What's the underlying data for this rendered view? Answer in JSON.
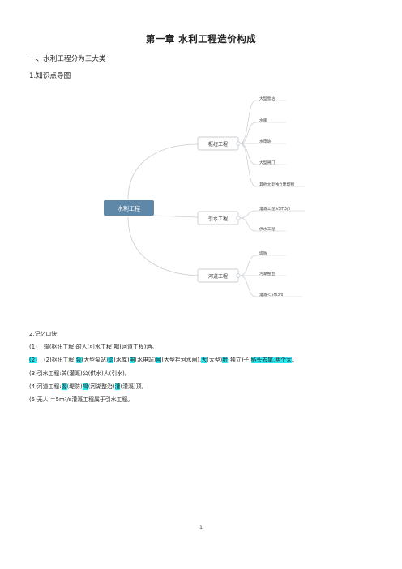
{
  "page": {
    "title": "第一章  水利工程造价构成",
    "section1": "一、水利工程分为三大类",
    "sub1": "1.知识点导图",
    "sub2": "2.记忆口诀:",
    "page_number": "1"
  },
  "mindmap": {
    "root": "水利工程",
    "branches": [
      {
        "label": "枢纽工程",
        "leaves": [
          "大型泵站",
          "水库",
          "水电站",
          "大型闸门",
          "其他大型独立建筑物"
        ]
      },
      {
        "label": "引水工程",
        "leaves": [
          "灌溉工程≥5m3/s",
          "供水工程"
        ]
      },
      {
        "label": "河道工程",
        "leaves": [
          "堤防",
          "河湖整治",
          "灌溉＜5m3/s"
        ]
      }
    ]
  },
  "memo": {
    "line1": {
      "num": "(1)",
      "text": "输(枢纽工程)的人(引水工程)喝(河道工程)酒。"
    },
    "line2": {
      "num": "(2)",
      "parts": [
        "(2)枢纽工程:",
        "泵",
        "(大型泵站)",
        "烫",
        "(水库)",
        "电",
        "(水电站)",
        "闸",
        "(大型拦河水闸),",
        "大",
        "(大型)",
        "肚",
        "(独立)子,",
        "掐头去尾,两个大",
        "。"
      ]
    },
    "line3": "(3)引水工程:关(灌溉)公(供水)人(引水)。",
    "line4": {
      "parts": [
        "(4)河道工程:",
        "握",
        "(堤防)",
        "喝",
        "(河湖整治)",
        "灌",
        "(灌溉)顶。"
      ]
    },
    "line5": "(5)无人,＝5m³/s灌溉工程属于引水工程。"
  }
}
